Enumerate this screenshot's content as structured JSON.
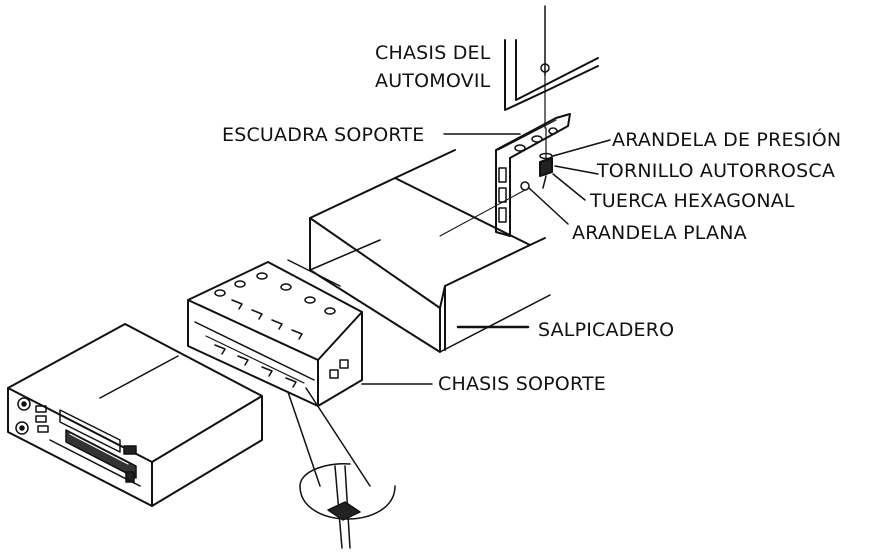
{
  "diagram": {
    "ink_color": "#111111",
    "background_color": "#ffffff",
    "labels": {
      "car_chassis_line1": "CHASIS DEL",
      "car_chassis_line2": "AUTOMOVIL",
      "support_bracket": "ESCUADRA SOPORTE",
      "lock_washer": "ARANDELA DE PRESIÓN",
      "self_tapping_screw": "TORNILLO AUTORROSCA",
      "hex_nut": "TUERCA HEXAGONAL",
      "flat_washer": "ARANDELA PLANA",
      "dashboard": "SALPICADERO",
      "support_chassis": "CHASIS SOPORTE"
    }
  }
}
